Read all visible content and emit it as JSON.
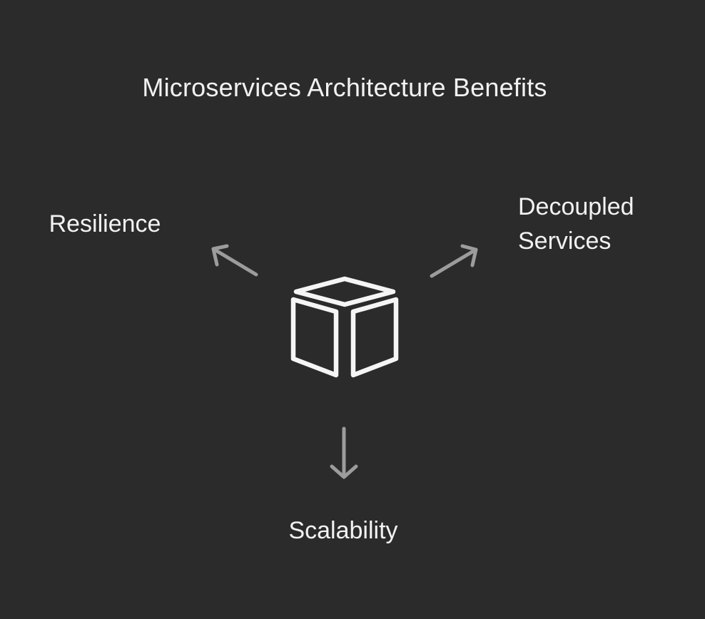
{
  "diagram": {
    "title": "Microservices Architecture Benefits",
    "center": {
      "icon": "cube-icon"
    },
    "nodes": [
      {
        "id": "resilience",
        "label": "Resilience",
        "position": "left"
      },
      {
        "id": "decoupled-services",
        "label": "Decoupled Services",
        "position": "right"
      },
      {
        "id": "scalability",
        "label": "Scalability",
        "position": "bottom"
      }
    ],
    "edges": [
      {
        "from": "center",
        "to": "resilience",
        "icon": "arrow-up-left-icon"
      },
      {
        "from": "center",
        "to": "decoupled-services",
        "icon": "arrow-up-right-icon"
      },
      {
        "from": "center",
        "to": "scalability",
        "icon": "arrow-down-icon"
      }
    ],
    "colors": {
      "background": "#2b2b2b",
      "text": "#f2f2f2",
      "arrow": "#9c9c9c",
      "cube": "#f5f5f5"
    }
  }
}
